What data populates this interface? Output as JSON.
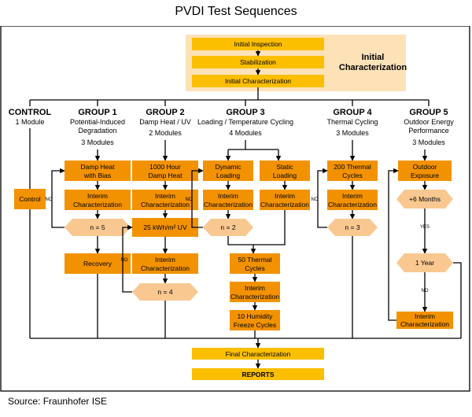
{
  "title": "PVDI Test Sequences",
  "source": "Source: Fraunhofer ISE",
  "initial": {
    "label": "Initial Characterization",
    "steps": [
      "Initial Inspection",
      "Stabilization",
      "Initial Characterization"
    ]
  },
  "groups": [
    {
      "title": "CONTROL",
      "desc": [
        "1 Module"
      ],
      "modules": ""
    },
    {
      "title": "GROUP 1",
      "desc": [
        "Potential-Induced",
        "Degradation"
      ],
      "modules": "3 Modules"
    },
    {
      "title": "GROUP 2",
      "desc": [
        "Damp Heat / UV"
      ],
      "modules": "2 Modules"
    },
    {
      "title": "GROUP 3",
      "desc": [
        "Loading / Temperature Cycling"
      ],
      "modules": "4 Modules"
    },
    {
      "title": "GROUP 4",
      "desc": [
        "Thermal Cycling"
      ],
      "modules": "3 Modules"
    },
    {
      "title": "GROUP 5",
      "desc": [
        "Outdoor Energy",
        "Performance"
      ],
      "modules": "3 Modules"
    }
  ],
  "boxes": {
    "control": "Control",
    "g1_step": [
      "Damp Heat",
      "with Bias"
    ],
    "g1_interim": [
      "Interim",
      "Characterization"
    ],
    "g1_n": "n = 5",
    "g1_recovery": "Recovery",
    "g2_step": [
      "1000 Hour",
      "Damp Heat"
    ],
    "g2_interim": [
      "Interim",
      "Characterization"
    ],
    "g2_uv": "25 kWh/m² UV",
    "g2_interim2": [
      "Interim",
      "Characterization"
    ],
    "g2_n": "n = 4",
    "g3_dyn": [
      "Dynamic",
      "Loading"
    ],
    "g3_static": [
      "Static",
      "Loading"
    ],
    "g3_interim_a": [
      "Interim",
      "Characterization"
    ],
    "g3_interim_b": [
      "Interim",
      "Characterization"
    ],
    "g3_n": "n = 2",
    "g3_thermal": [
      "50 Thermal",
      "Cycles"
    ],
    "g3_interim_c": [
      "Interim",
      "Characterization"
    ],
    "g3_humidity": [
      "10 Humidity",
      "Freeze Cycles"
    ],
    "g4_step": [
      "200 Thermal",
      "Cycles"
    ],
    "g4_interim": [
      "Interim",
      "Characterization"
    ],
    "g4_n": "n = 3",
    "g5_step": [
      "Outdoor",
      "Exposure"
    ],
    "g5_months": "+6 Months",
    "g5_year": "1 Year",
    "g5_interim": [
      "Interim",
      "Characterization"
    ]
  },
  "labels": {
    "no": "NO",
    "yes": "YES"
  },
  "final": "Final Characterization",
  "reports": "REPORTS",
  "colors": {
    "box": "#f39200",
    "band": "#fbbf00",
    "panel": "#fde2b8",
    "decision": "#f9c891"
  }
}
